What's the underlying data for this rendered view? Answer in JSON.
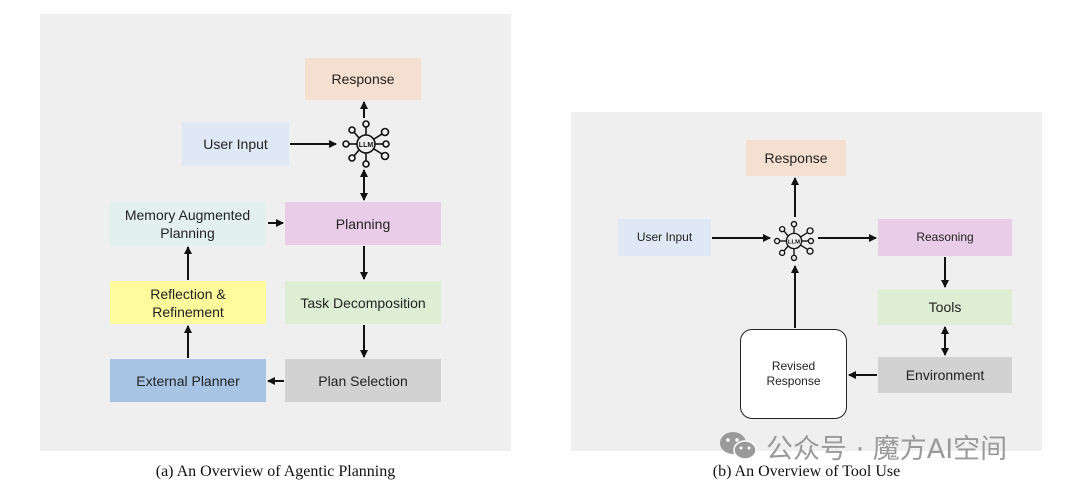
{
  "left": {
    "response": "Response",
    "user_input": "User Input",
    "llm_label": "LLM",
    "memory": "Memory Augmented Planning",
    "planning": "Planning",
    "reflection": "Reflection & Refinement",
    "task_decomposition": "Task Decomposition",
    "external_planner": "External Planner",
    "plan_selection": "Plan Selection",
    "caption": "(a) An Overview of Agentic Planning"
  },
  "right": {
    "response": "Response",
    "user_input": "User Input",
    "llm_label": "LLM",
    "reasoning": "Reasoning",
    "tools": "Tools",
    "revised_response": "Revised Response",
    "environment": "Environment",
    "caption": "(b) An Overview of Tool Use"
  },
  "watermark": {
    "text": "公众号 · 魔方AI空间",
    "icon": "wechat-icon"
  },
  "colors": {
    "panel_bg": "#efefef",
    "response": "#f5dfd1",
    "user_input": "#dfe8f4",
    "memory": "#e3f1ee",
    "planning": "#e8cce8",
    "reflection": "#fdfb9c",
    "task": "#deeed4",
    "external_planner": "#a7c4e5",
    "plan_selection": "#d2d2d2",
    "reasoning": "#e8cce8",
    "tools": "#deeed4",
    "environment": "#d2d2d2",
    "revised": "#ffffff"
  }
}
